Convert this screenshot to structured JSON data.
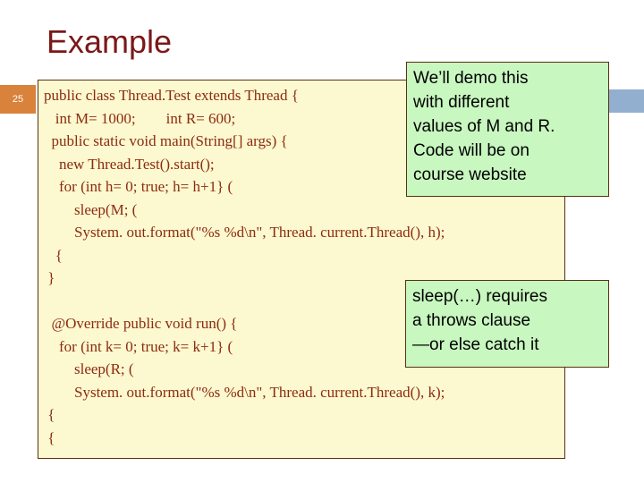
{
  "slide": {
    "title": "Example",
    "number": "25",
    "accent_orange": "#D9823B",
    "accent_blue": "#92AFD0",
    "title_color": "#7B1818",
    "code_bg": "#FCF8D0",
    "code_text_color": "#8C2B10",
    "callout_bg": "#C8F7C0",
    "border_color": "#5A3010"
  },
  "code": {
    "lines": [
      "public class Thread.Test extends Thread {",
      "   int M= 1000;        int R= 600;",
      "  public static void main(String[] args) {",
      "    new Thread.Test().start();",
      "    for (int h= 0; true; h= h+1} (",
      "        sleep(M; (",
      "        System. out.format(\"%s %d\\n\", Thread. current.Thread(), h);",
      "   {",
      " }",
      "",
      "  @Override public void run() {",
      "    for (int k= 0; true; k= k+1} (",
      "        sleep(R; (",
      "        System. out.format(\"%s %d\\n\", Thread. current.Thread(), k);",
      " {",
      " {"
    ]
  },
  "callouts": [
    {
      "id": "demo",
      "lines": [
        "We’ll demo this",
        "with different",
        "values of M and R.",
        "Code will be on",
        "course website"
      ]
    },
    {
      "id": "sleep",
      "lines": [
        "sleep(…) requires",
        "a throws clause",
        "—or else catch it"
      ]
    }
  ]
}
